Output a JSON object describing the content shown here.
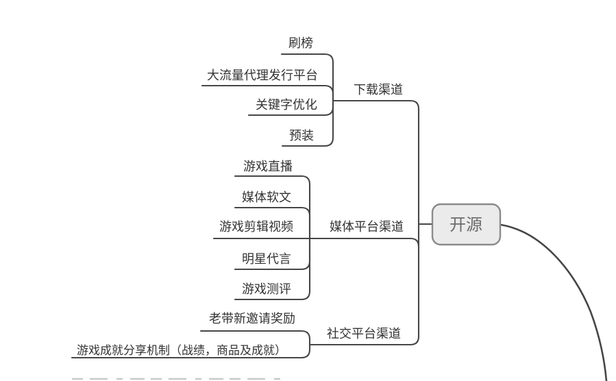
{
  "root": {
    "label": "开源"
  },
  "branches": [
    {
      "label": "下载渠道",
      "children": [
        {
          "label": "刷榜"
        },
        {
          "label": "大流量代理发行平台"
        },
        {
          "label": "关键字优化"
        },
        {
          "label": "预装"
        }
      ]
    },
    {
      "label": "媒体平台渠道",
      "children": [
        {
          "label": "游戏直播"
        },
        {
          "label": "媒体软文"
        },
        {
          "label": "游戏剪辑视频"
        },
        {
          "label": "明星代言"
        },
        {
          "label": "游戏测评"
        }
      ]
    },
    {
      "label": "社交平台渠道",
      "children": [
        {
          "label": "老带新邀请奖励"
        },
        {
          "label": "游戏成就分享机制（战绩，商品及成就）"
        }
      ]
    }
  ],
  "colors": {
    "background": "#ffffff",
    "line": "#464646",
    "text": "#333333",
    "root-fill": "#ebebeb",
    "root-border": "#8a8a8a",
    "root-text": "#6b6b6b",
    "clipped-hint": "#c9c9c9"
  }
}
